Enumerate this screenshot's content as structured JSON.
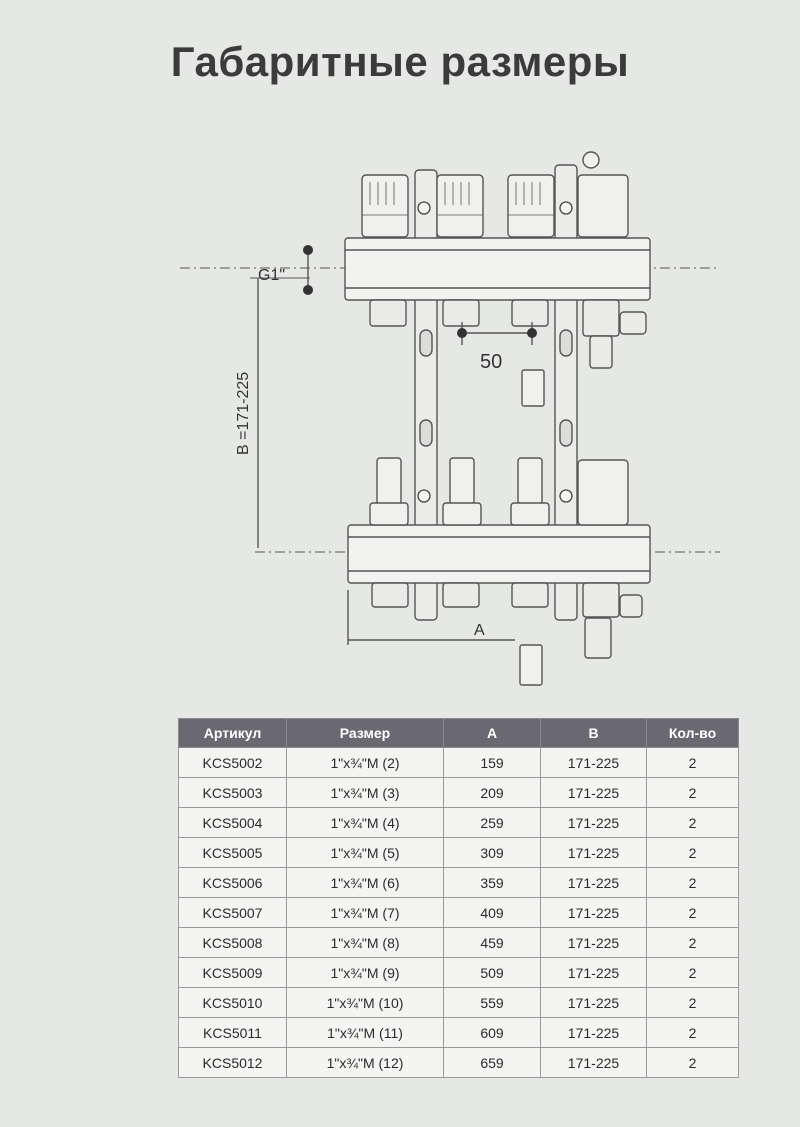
{
  "title": "Габаритные размеры",
  "drawing": {
    "label_g": "G1\"",
    "label_pitch": "50",
    "label_b": "B =171-225",
    "label_a": "A"
  },
  "table": {
    "headers": [
      "Артикул",
      "Размер",
      "A",
      "B",
      "Кол-во"
    ],
    "rows": [
      [
        "KCS5002",
        "1\"x¾\"M (2)",
        "159",
        "171-225",
        "2"
      ],
      [
        "KCS5003",
        "1\"x¾\"M (3)",
        "209",
        "171-225",
        "2"
      ],
      [
        "KCS5004",
        "1\"x¾\"M (4)",
        "259",
        "171-225",
        "2"
      ],
      [
        "KCS5005",
        "1\"x¾\"M (5)",
        "309",
        "171-225",
        "2"
      ],
      [
        "KCS5006",
        "1\"x¾\"M (6)",
        "359",
        "171-225",
        "2"
      ],
      [
        "KCS5007",
        "1\"x¾\"M (7)",
        "409",
        "171-225",
        "2"
      ],
      [
        "KCS5008",
        "1\"x¾\"M (8)",
        "459",
        "171-225",
        "2"
      ],
      [
        "KCS5009",
        "1\"x¾\"M (9)",
        "509",
        "171-225",
        "2"
      ],
      [
        "KCS5010",
        "1\"x¾\"M (10)",
        "559",
        "171-225",
        "2"
      ],
      [
        "KCS5011",
        "1\"x¾\"M (11)",
        "609",
        "171-225",
        "2"
      ],
      [
        "KCS5012",
        "1\"x¾\"M (12)",
        "659",
        "171-225",
        "2"
      ]
    ]
  }
}
